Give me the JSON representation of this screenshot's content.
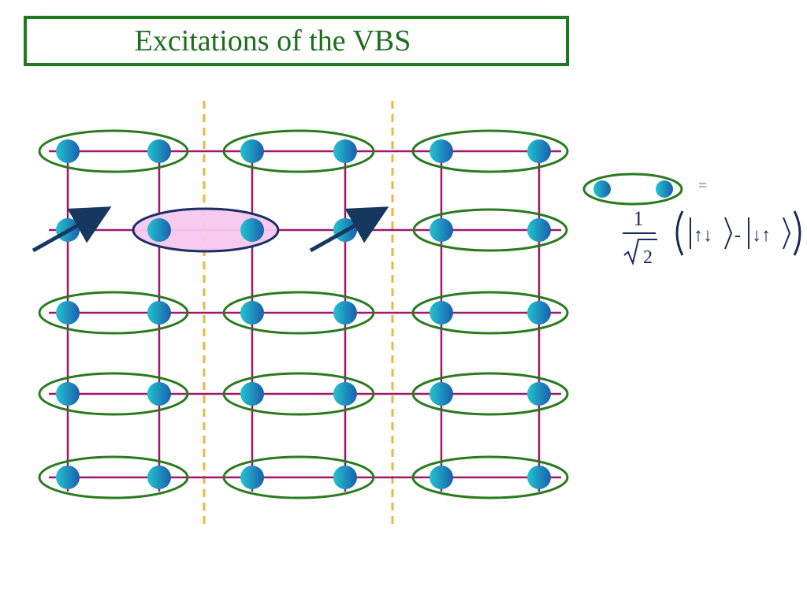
{
  "title": "Excitations of the VBS",
  "legend": {
    "equals": "=",
    "fraction_numerator": "1",
    "fraction_denominator_radicand": "2",
    "ket_up_down": "↑↓",
    "minus": "-",
    "ket_down_up": "↓↑"
  },
  "lattice": {
    "rows": 5,
    "columns": 6,
    "spinon_sites": [
      [
        1,
        0
      ],
      [
        1,
        3
      ]
    ],
    "excited_bond": {
      "row": 1,
      "columns": [
        1,
        2
      ]
    }
  },
  "colors": {
    "title_border": "#1d7a1d",
    "title_text": "#1d6e1d",
    "lattice_line": "#a0186a",
    "singlet_ellipse": "#2a7a1f",
    "excited_fill": "#f7c8ef",
    "excited_stroke": "#1c2e63",
    "domain_wall": "#f2b343",
    "arrow": "#16375e",
    "site_light": "#22c4cf",
    "site_dark": "#1b5fae",
    "formula_text": "#1a2a5a"
  }
}
